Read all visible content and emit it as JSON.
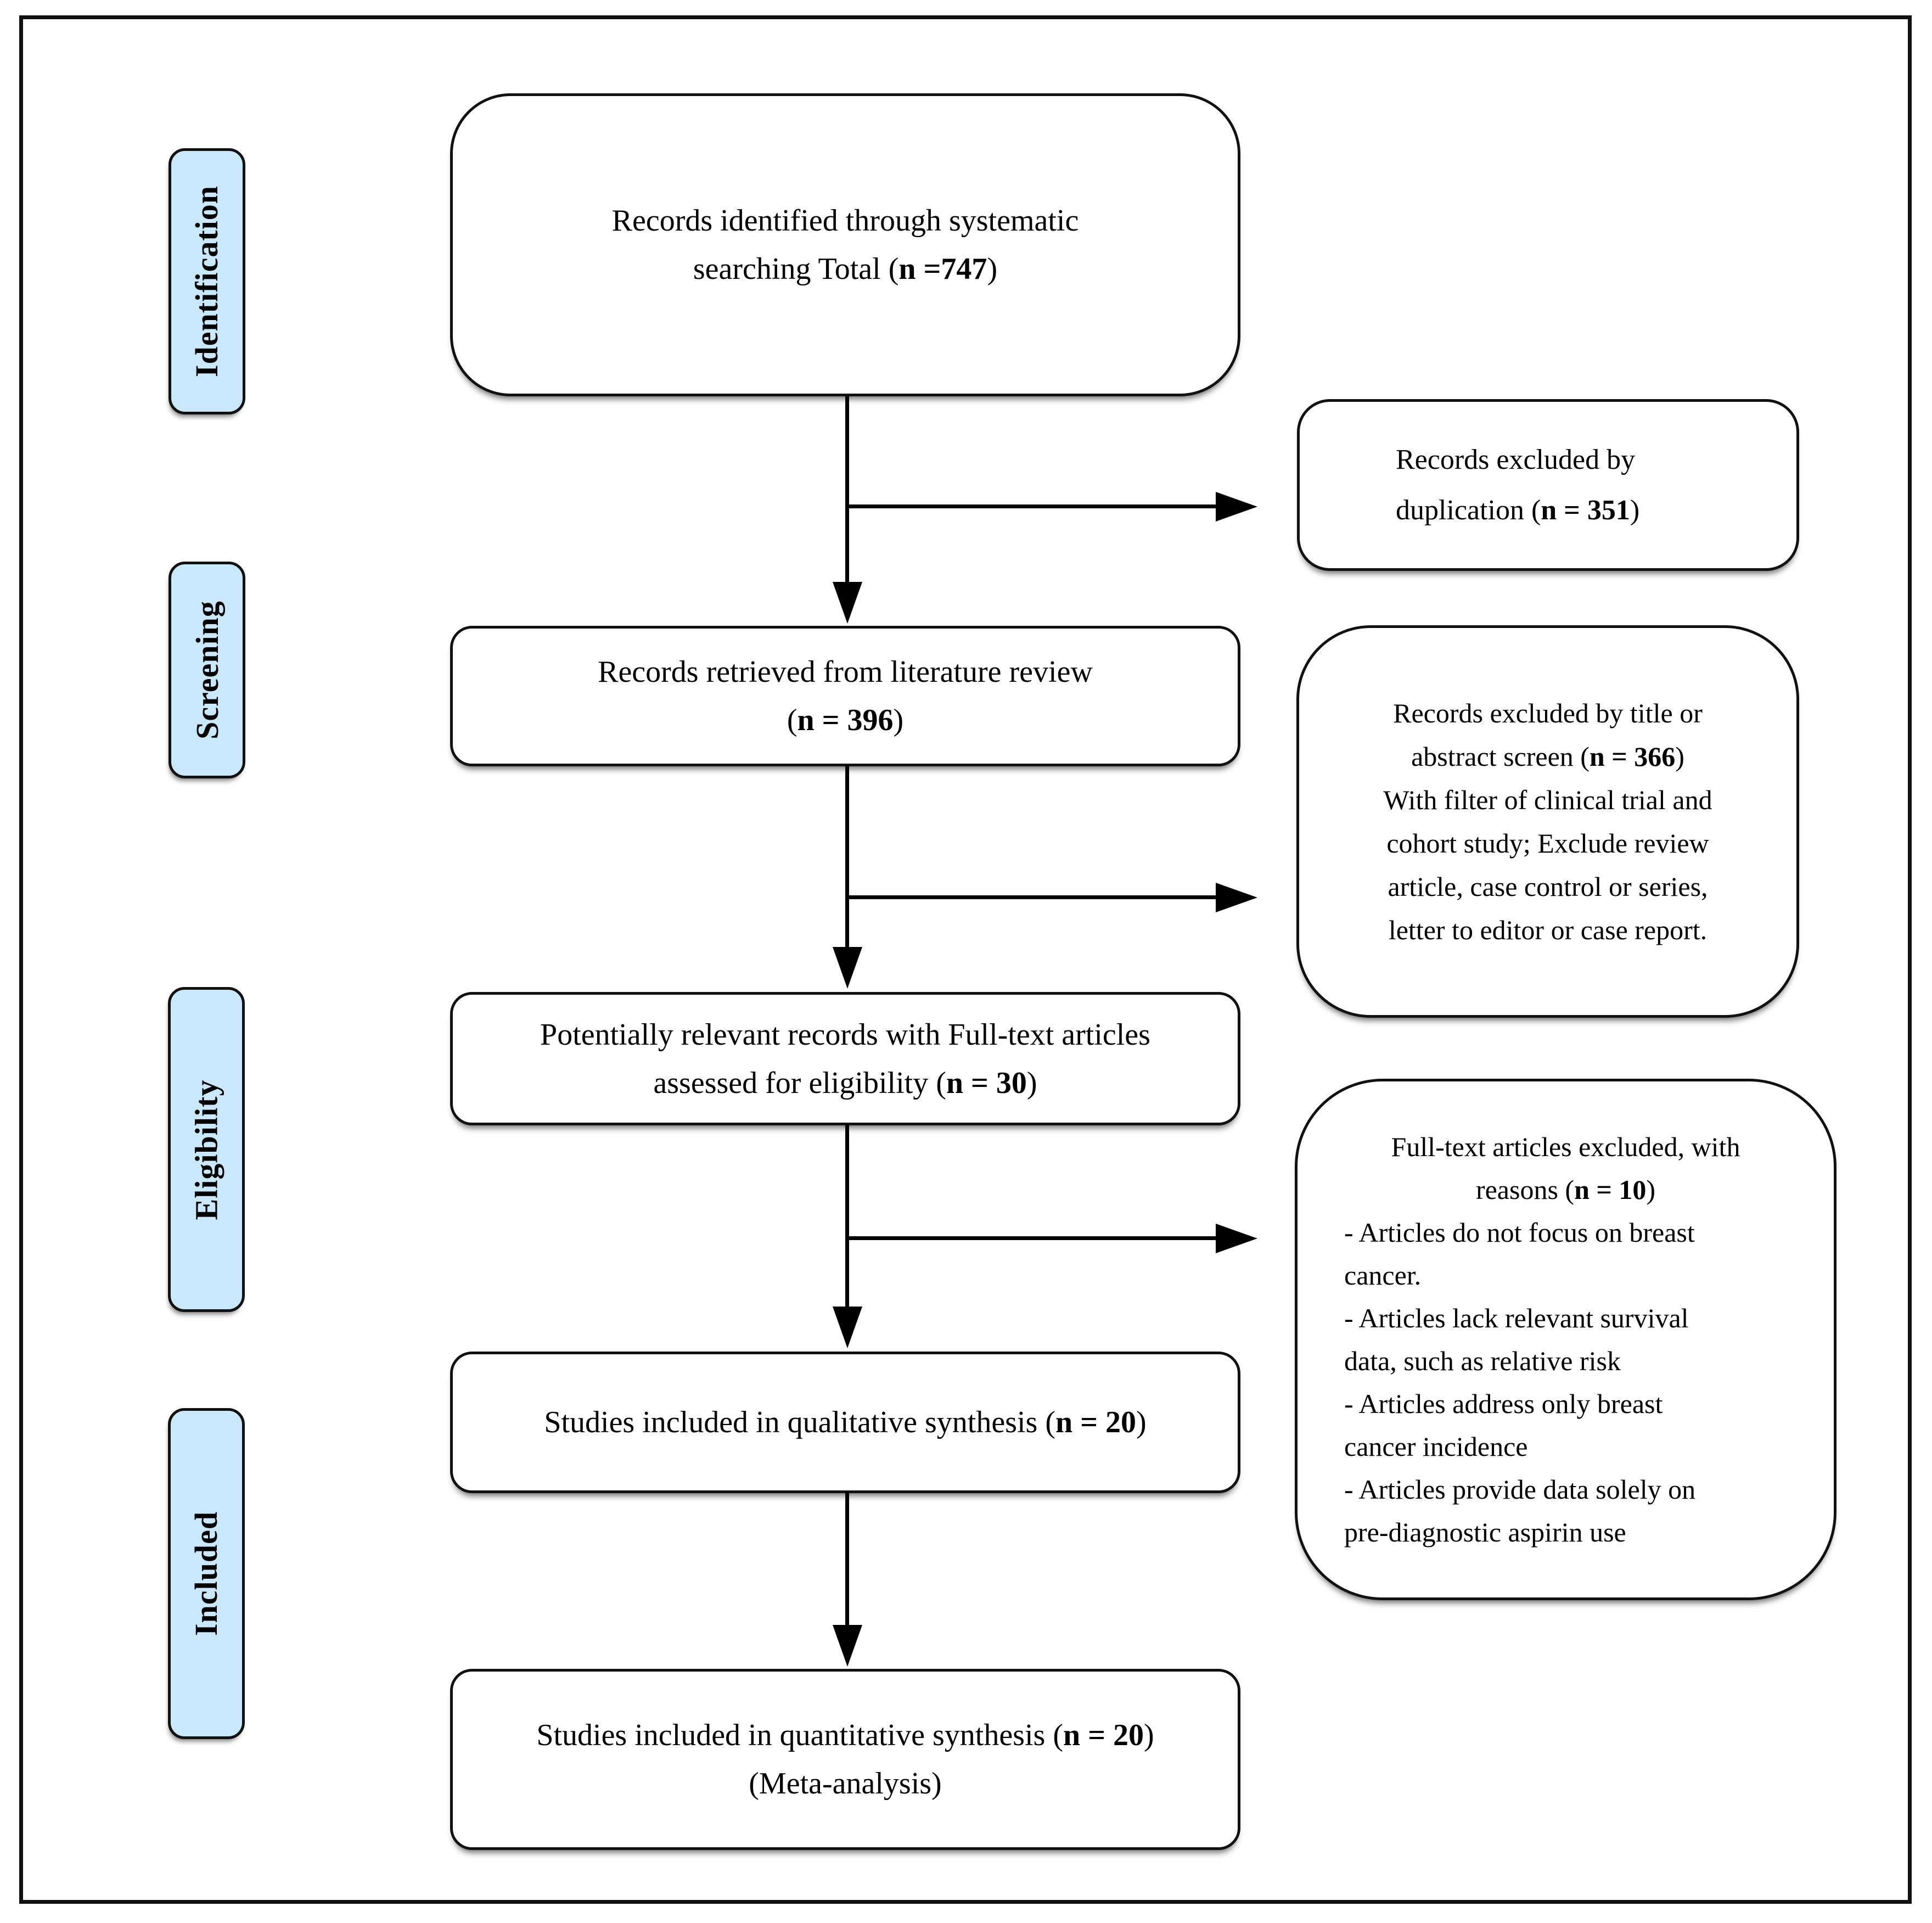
{
  "figure": {
    "type": "PRISMA flow diagram",
    "colors": {
      "stage_fill": "#c9e8fb",
      "box_fill": "#ffffff",
      "line": "#000000"
    },
    "counts": {
      "identified": 747,
      "excluded_duplication": 351,
      "retrieved": 396,
      "excluded_title_abstract": 366,
      "fulltext_assessed": 30,
      "fulltext_excluded": 10,
      "qualitative": 20,
      "quantitative": 20
    }
  },
  "sidebar": {
    "labels": [
      {
        "text": "Identification"
      },
      {
        "text": "Screening"
      },
      {
        "text": "Eligibility"
      },
      {
        "text": "Included"
      }
    ]
  },
  "main_boxes": [
    {
      "lines": [
        "Records identified through systematic",
        "searching Total (**n =747**)"
      ]
    },
    {
      "lines": [
        "Records retrieved from literature review",
        "(**n = 396**)"
      ]
    },
    {
      "lines": [
        "Potentially relevant records with Full-text articles",
        "assessed for eligibility (**n = 30**)"
      ]
    },
    {
      "lines": [
        "Studies included in qualitative synthesis (**n = 20**)"
      ]
    },
    {
      "lines": [
        "Studies included in quantitative synthesis (**n = 20**)",
        "(Meta-analysis)"
      ]
    }
  ],
  "side_boxes": [
    {
      "lines": [
        "Records excluded by",
        "duplication (**n = 351**)"
      ]
    },
    {
      "lines": [
        "Records excluded by title or",
        "abstract screen (**n = 366**)",
        "With filter of clinical trial and",
        "cohort study; Exclude review",
        "article, case control or series,",
        "letter to editor or case report."
      ]
    },
    {
      "heading": [
        "Full-text articles excluded, with",
        "reasons (**n = 10**)"
      ],
      "bullets": [
        "- Articles do not focus on breast",
        "cancer.",
        "- Articles lack relevant survival",
        "data, such as relative risk",
        "- Articles address only breast",
        "cancer incidence",
        "- Articles provide data solely on",
        "pre-diagnostic aspirin use"
      ]
    }
  ]
}
